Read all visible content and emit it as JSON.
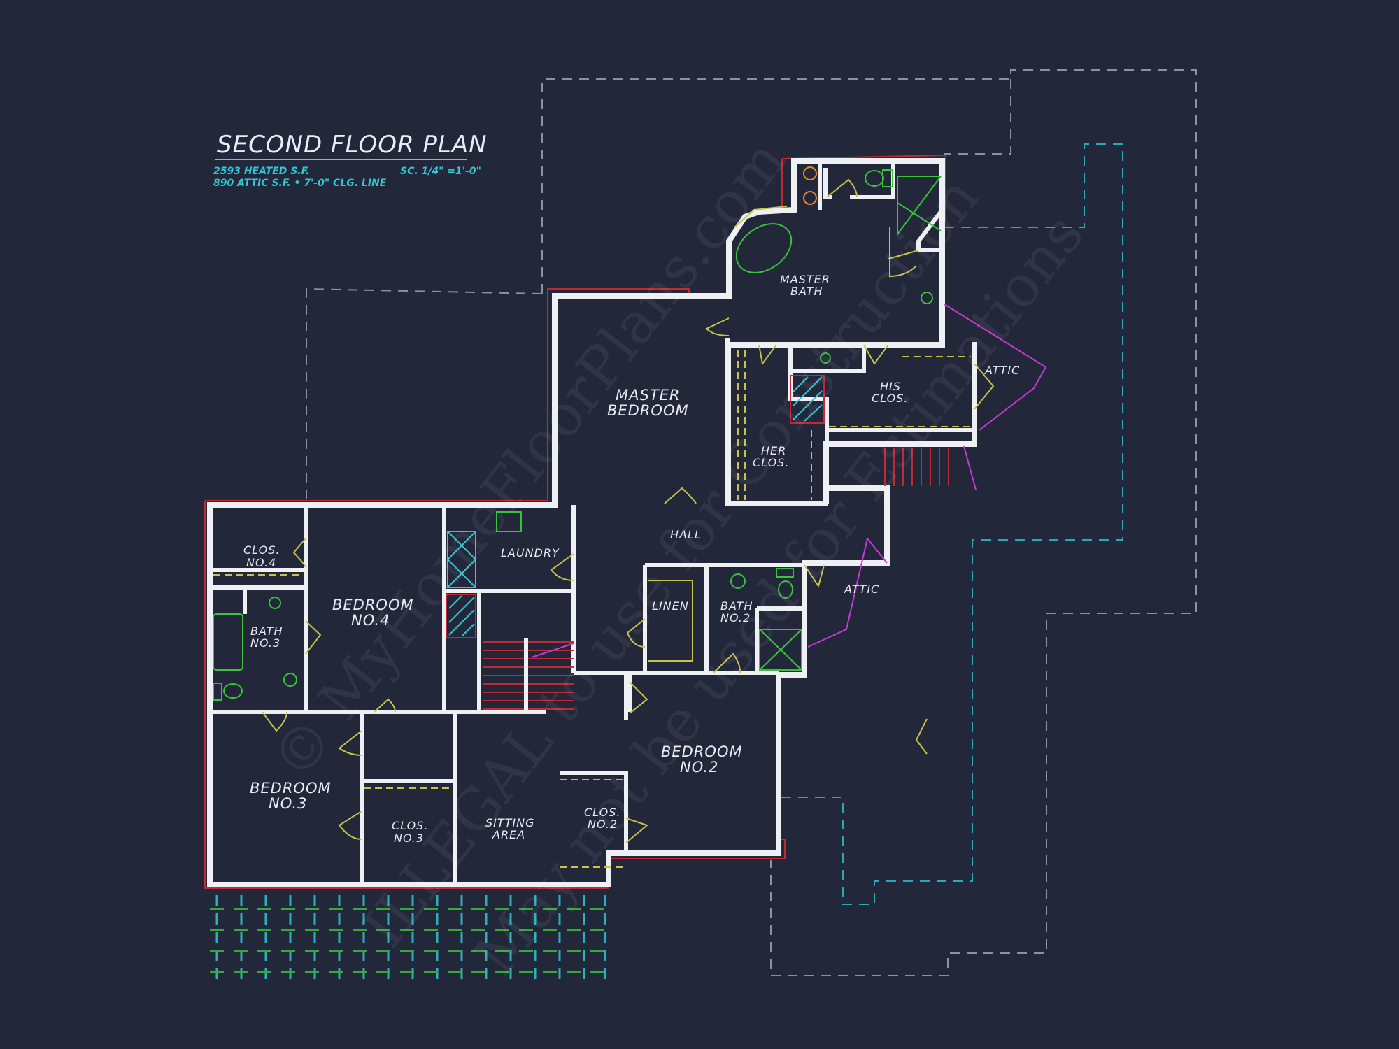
{
  "title_block": {
    "title": "SECOND FLOOR PLAN",
    "heated_sf": "2593 HEATED S.F.",
    "attic_sf": "890 ATTIC S.F. • 7'-0\" CLG. LINE",
    "scale": "SC. 1/4\" =1'-0\""
  },
  "rooms": {
    "master_bath": [
      "MASTER",
      "BATH"
    ],
    "master_bedroom": [
      "MASTER",
      "BEDROOM"
    ],
    "his_clos": [
      "HIS",
      "CLOS."
    ],
    "her_clos": [
      "HER",
      "CLOS."
    ],
    "attic_1": "ATTIC",
    "attic_2": "ATTIC",
    "hall": "HALL",
    "laundry": "LAUNDRY",
    "clos_4": [
      "CLOS.",
      "NO.4"
    ],
    "bedroom_4": [
      "BEDROOM",
      "NO.4"
    ],
    "bath_3": [
      "BATH",
      "NO.3"
    ],
    "linen": "LINEN",
    "bath_2": [
      "BATH",
      "NO.2"
    ],
    "bedroom_3": [
      "BEDROOM",
      "NO.3"
    ],
    "clos_3": [
      "CLOS.",
      "NO.3"
    ],
    "sitting_area": [
      "SITTING",
      "AREA"
    ],
    "clos_2": [
      "CLOS.",
      "NO.2"
    ],
    "bedroom_2": [
      "BEDROOM",
      "NO.2"
    ]
  },
  "watermark": {
    "line1": "© MyHomeFloorPlans.com",
    "line2": "ILLEGAL to use for Construction",
    "line3": "May not be used for Estimations"
  },
  "colors": {
    "background": "#23273a",
    "walls": "#eef0f4",
    "doors": "#c8c24a",
    "fixtures": "#39c23a",
    "windows_red": "#c12a35",
    "annotation_cyan": "#2ec8d6",
    "roof_dashed": "#8d92a3",
    "break_line": "#c53ad3"
  }
}
